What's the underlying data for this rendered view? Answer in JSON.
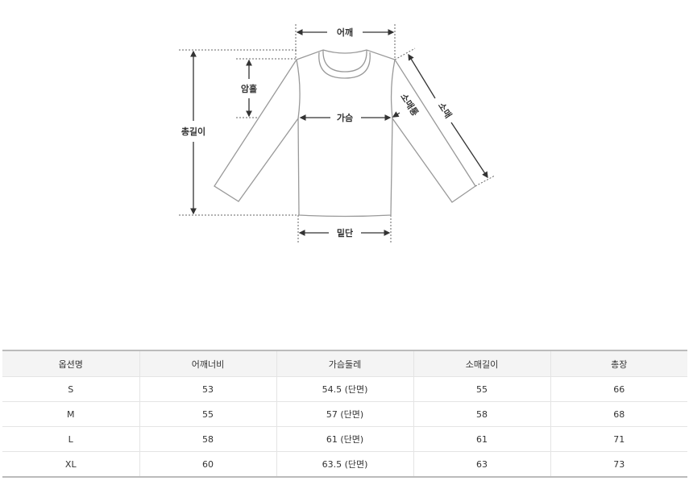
{
  "diagram": {
    "labels": {
      "shoulder": "어깨",
      "armhole": "암홀",
      "chest": "가슴",
      "total_length": "총길이",
      "sleeve_width": "소매통",
      "sleeve": "소매",
      "hem": "밑단"
    }
  },
  "table": {
    "headers": [
      "옵션명",
      "어깨너비",
      "가슴둘레",
      "소매길이",
      "총장"
    ],
    "rows": [
      [
        "S",
        "53",
        "54.5 (단면)",
        "55",
        "66"
      ],
      [
        "M",
        "55",
        "57 (단면)",
        "58",
        "68"
      ],
      [
        "L",
        "58",
        "61 (단면)",
        "61",
        "71"
      ],
      [
        "XL",
        "60",
        "63.5 (단면)",
        "63",
        "73"
      ]
    ]
  }
}
